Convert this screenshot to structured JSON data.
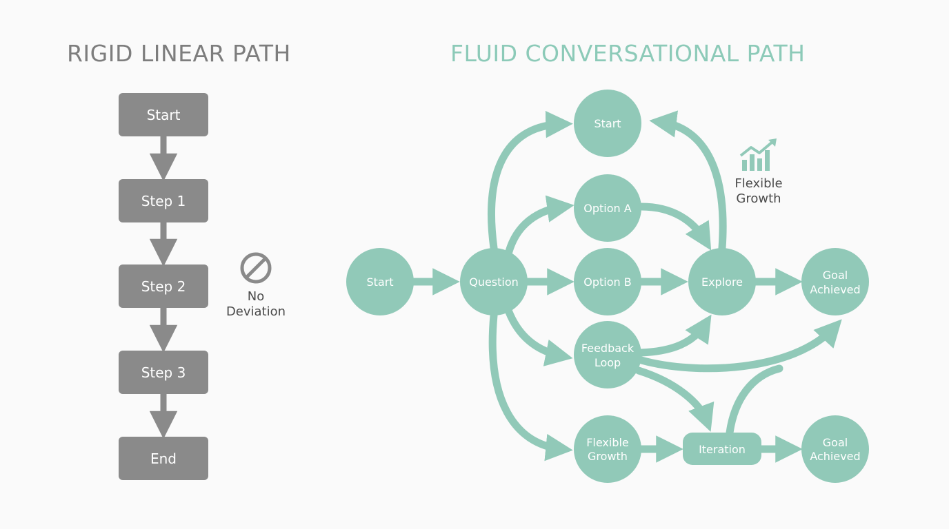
{
  "titles": {
    "left": "RIGID LINEAR PATH",
    "right": "FLUID CONVERSATIONAL PATH"
  },
  "colors": {
    "gray": "#8a8a8a",
    "teal": "#91c9b8",
    "title_left": "#7d7d7d",
    "title_right": "#8ccab8",
    "label_dark": "#4a4a4a"
  },
  "linear": {
    "steps": [
      "Start",
      "Step 1",
      "Step 2",
      "Step 3",
      "End"
    ],
    "no_deviation": {
      "icon": "prohibited-icon",
      "lines": [
        "No",
        "Deviation"
      ]
    }
  },
  "fluid": {
    "nodes": {
      "start_left": [
        "Start"
      ],
      "question": [
        "Question"
      ],
      "start_top": [
        "Start"
      ],
      "option_a": [
        "Option A"
      ],
      "option_b": [
        "Option B"
      ],
      "feedback": [
        "Feedback",
        "Loop"
      ],
      "flex_growth": [
        "Flexible",
        "Growth"
      ],
      "explore": [
        "Explore"
      ],
      "iteration": [
        "Iteration"
      ],
      "goal_top": [
        "Goal",
        "Achieved"
      ],
      "goal_bottom": [
        "Goal",
        "Achieved"
      ]
    },
    "growth_label": {
      "icon": "growth-chart-icon",
      "lines": [
        "Flexible",
        "Growth"
      ]
    }
  }
}
